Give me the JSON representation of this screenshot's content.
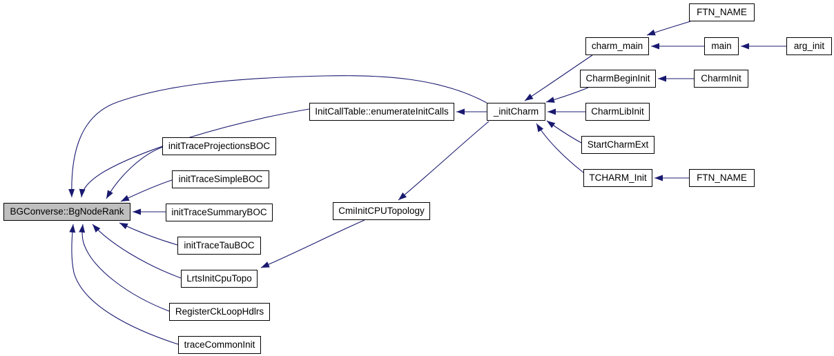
{
  "diagram": {
    "type": "doxygen-caller-graph",
    "colors": {
      "background": "#ffffff",
      "edge": "#191970",
      "node_border": "#000000",
      "node_fill": "#ffffff",
      "highlight_fill": "#bfbfbf"
    },
    "nodes": [
      {
        "id": "bgnoderank",
        "label": "BGConverse::BgNodeRank",
        "highlighted": true
      },
      {
        "id": "inittraceprojections",
        "label": "initTraceProjectionsBOC",
        "highlighted": false
      },
      {
        "id": "inittracesimple",
        "label": "initTraceSimpleBOC",
        "highlighted": false
      },
      {
        "id": "inittracesummary",
        "label": "initTraceSummaryBOC",
        "highlighted": false
      },
      {
        "id": "inittracetau",
        "label": "initTraceTauBOC",
        "highlighted": false
      },
      {
        "id": "lrtsinitcputopo",
        "label": "LrtsInitCpuTopo",
        "highlighted": false
      },
      {
        "id": "registerckloophdlrs",
        "label": "RegisterCkLoopHdlrs",
        "highlighted": false
      },
      {
        "id": "tracecommoninit",
        "label": "traceCommonInit",
        "highlighted": false
      },
      {
        "id": "enumerateinitcalls",
        "label": "InitCallTable::enumerateInitCalls",
        "highlighted": false
      },
      {
        "id": "cmiinitcputopology",
        "label": "CmiInitCPUTopology",
        "highlighted": false
      },
      {
        "id": "initcharm",
        "label": "_initCharm",
        "highlighted": false
      },
      {
        "id": "charm-main",
        "label": "charm_main",
        "highlighted": false
      },
      {
        "id": "charmbegininit",
        "label": "CharmBeginInit",
        "highlighted": false
      },
      {
        "id": "charmlibinit",
        "label": "CharmLibInit",
        "highlighted": false
      },
      {
        "id": "startcharmext",
        "label": "StartCharmExt",
        "highlighted": false
      },
      {
        "id": "tcharm-init",
        "label": "TCHARM_Init",
        "highlighted": false
      },
      {
        "id": "ftn-name-top",
        "label": "FTN_NAME",
        "highlighted": false
      },
      {
        "id": "main",
        "label": "main",
        "highlighted": false
      },
      {
        "id": "arg-init",
        "label": "arg_init",
        "highlighted": false
      },
      {
        "id": "charminit",
        "label": "CharmInit",
        "highlighted": false
      },
      {
        "id": "ftn-name-bottom",
        "label": "FTN_NAME",
        "highlighted": false
      }
    ],
    "edges": [
      {
        "from": "_initCharm",
        "to": "BGConverse::BgNodeRank"
      },
      {
        "from": "InitCallTable::enumerateInitCalls",
        "to": "BGConverse::BgNodeRank"
      },
      {
        "from": "initTraceProjectionsBOC",
        "to": "BGConverse::BgNodeRank"
      },
      {
        "from": "initTraceSimpleBOC",
        "to": "BGConverse::BgNodeRank"
      },
      {
        "from": "initTraceSummaryBOC",
        "to": "BGConverse::BgNodeRank"
      },
      {
        "from": "initTraceTauBOC",
        "to": "BGConverse::BgNodeRank"
      },
      {
        "from": "LrtsInitCpuTopo",
        "to": "BGConverse::BgNodeRank"
      },
      {
        "from": "RegisterCkLoopHdlrs",
        "to": "BGConverse::BgNodeRank"
      },
      {
        "from": "traceCommonInit",
        "to": "BGConverse::BgNodeRank"
      },
      {
        "from": "_initCharm",
        "to": "InitCallTable::enumerateInitCalls"
      },
      {
        "from": "_initCharm",
        "to": "CmiInitCPUTopology"
      },
      {
        "from": "CmiInitCPUTopology",
        "to": "LrtsInitCpuTopo"
      },
      {
        "from": "charm_main",
        "to": "_initCharm"
      },
      {
        "from": "CharmBeginInit",
        "to": "_initCharm"
      },
      {
        "from": "CharmLibInit",
        "to": "_initCharm"
      },
      {
        "from": "StartCharmExt",
        "to": "_initCharm"
      },
      {
        "from": "TCHARM_Init",
        "to": "_initCharm"
      },
      {
        "from": "FTN_NAME",
        "to": "charm_main"
      },
      {
        "from": "main",
        "to": "charm_main"
      },
      {
        "from": "arg_init",
        "to": "main"
      },
      {
        "from": "CharmInit",
        "to": "CharmBeginInit"
      },
      {
        "from": "FTN_NAME",
        "to": "TCHARM_Init"
      }
    ]
  }
}
